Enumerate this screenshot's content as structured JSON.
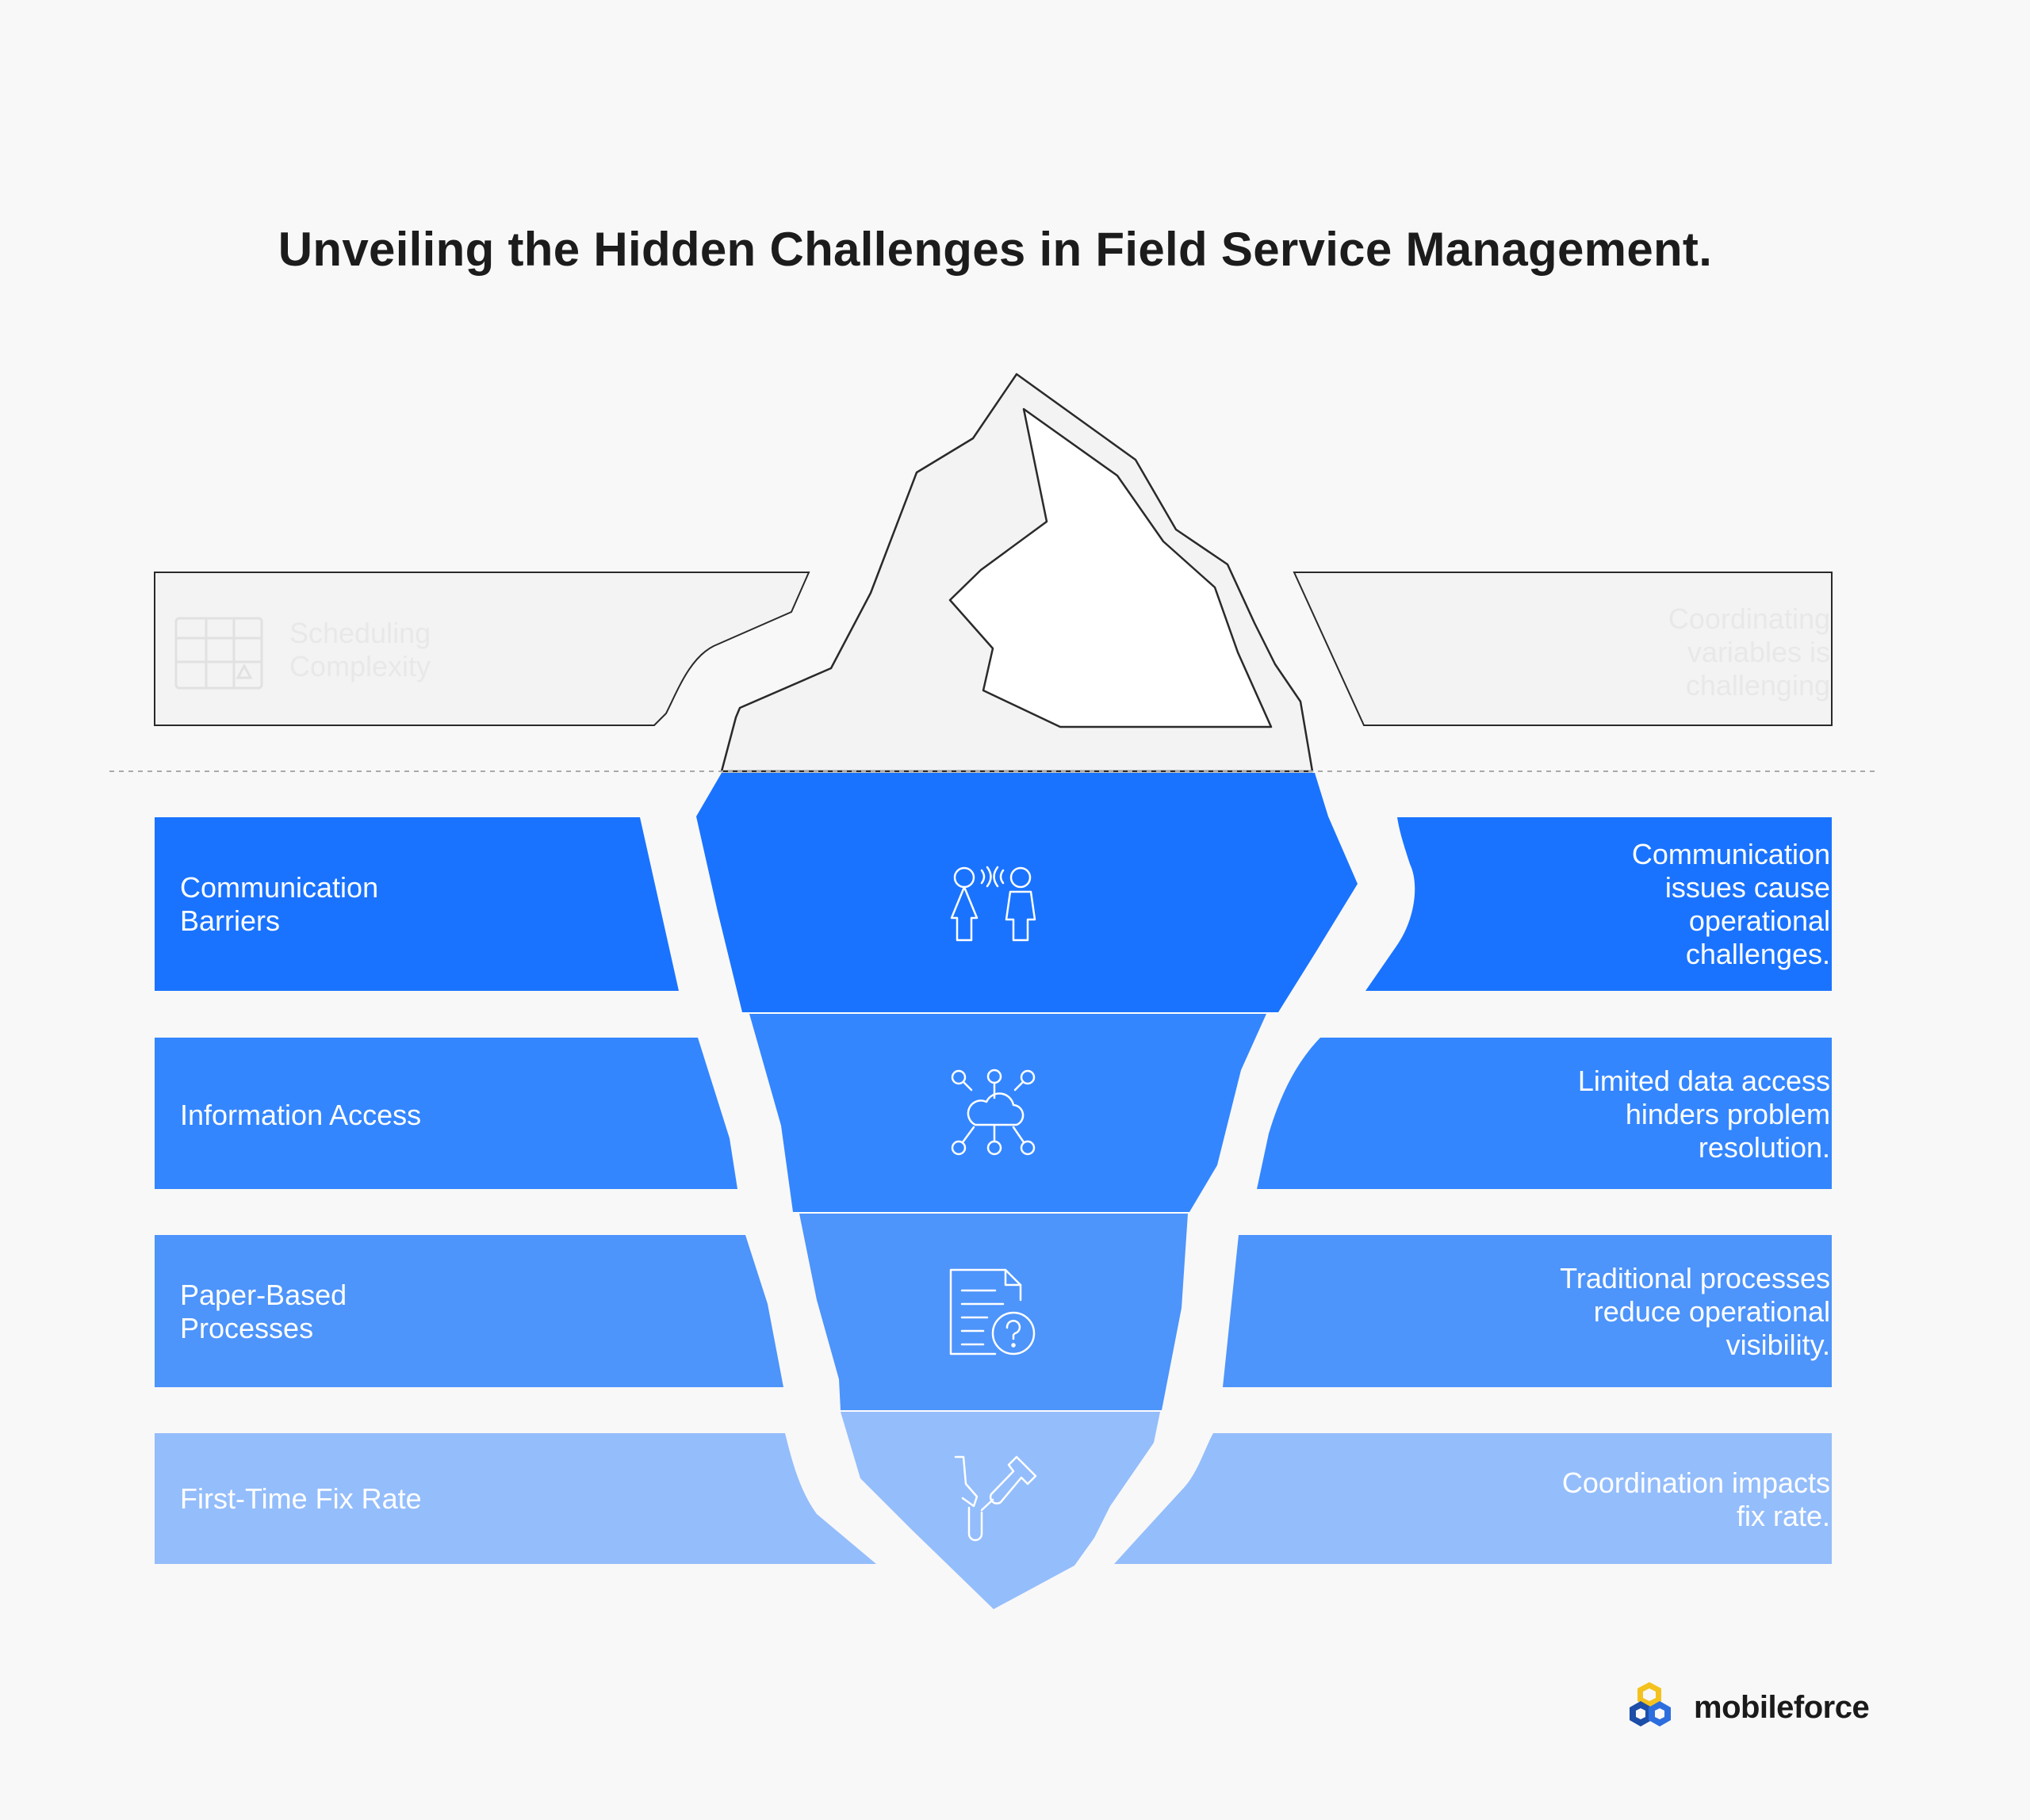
{
  "title": "Unveiling the Hidden Challenges in Field Service Management.",
  "surface": {
    "left_label": "Scheduling Complexity",
    "right_label": "Coordinating variables is challenging",
    "icon": "calendar-icon"
  },
  "layers": [
    {
      "left": [
        "Communication",
        "Barriers"
      ],
      "right": [
        "Communication",
        "issues cause",
        "operational",
        "challenges."
      ],
      "icon": "people-talking-icon",
      "color": "#1a73ff"
    },
    {
      "left": [
        "Information Access"
      ],
      "right": [
        "Limited data access",
        "hinders problem",
        "resolution."
      ],
      "icon": "cloud-network-icon",
      "color": "#3486ff"
    },
    {
      "left": [
        "Paper-Based",
        "Processes"
      ],
      "right": [
        "Traditional processes",
        "reduce operational",
        "visibility."
      ],
      "icon": "document-question-icon",
      "color": "#4d94fb"
    },
    {
      "left": [
        "First-Time Fix Rate"
      ],
      "right": [
        "Coordination impacts",
        "fix rate."
      ],
      "icon": "tools-icon",
      "color": "#94bdfb"
    }
  ],
  "brand": {
    "name": "mobileforce",
    "icon": "mobileforce-logo-icon"
  },
  "colors": {
    "background": "#f8f8f8",
    "surface_fill": "#f3f3f3",
    "outline": "#2a2a2a",
    "waterline": "#aaaaaa"
  }
}
